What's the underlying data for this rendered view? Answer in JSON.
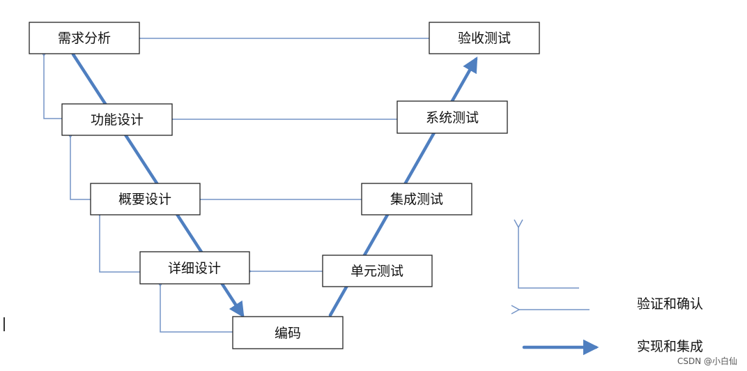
{
  "boxes": {
    "requirements": "需求分析",
    "functional_design": "功能设计",
    "outline_design": "概要设计",
    "detailed_design": "详细设计",
    "coding": "编码",
    "unit_test": "单元测试",
    "integration_test": "集成测试",
    "system_test": "系统测试",
    "acceptance_test": "验收测试"
  },
  "legend": {
    "verification": "验证和确认",
    "implementation": "实现和集成"
  },
  "watermark": "CSDN @小白仙",
  "colors": {
    "thin_arrow": "#7393c6",
    "thick_arrow": "#4f7fc0",
    "box_border": "#222222"
  }
}
